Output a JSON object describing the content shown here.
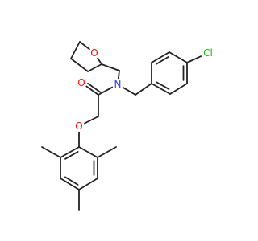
{
  "diagram": {
    "type": "chemical-structure",
    "atom_labels": [
      {
        "id": "o_ring",
        "text": "O",
        "color": "#e8120c"
      },
      {
        "id": "o_carbonyl",
        "text": "O",
        "color": "#e8120c"
      },
      {
        "id": "n_amide",
        "text": "N",
        "color": "#2b3fe0"
      },
      {
        "id": "cl",
        "text": "Cl",
        "color": "#1eb81e"
      },
      {
        "id": "o_ether",
        "text": "O",
        "color": "#e8120c"
      }
    ]
  }
}
